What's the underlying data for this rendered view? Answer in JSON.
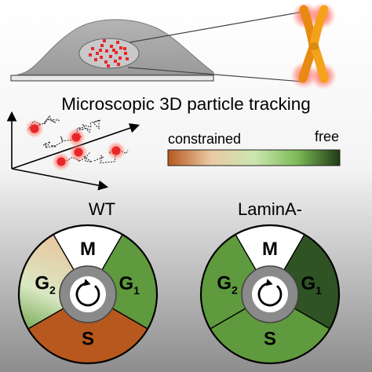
{
  "diagram": {
    "heading": "Microscopic 3D particle tracking",
    "scale": {
      "left_label": "constrained",
      "right_label": "free",
      "colors": [
        "#b7581f",
        "#e9c9a4",
        "#cde6b1",
        "#7dbb58",
        "#1f3b14"
      ]
    },
    "colors": {
      "background_top": "#ffffff",
      "background_bottom": "#8d8d8d",
      "cell": "#a9a9a9",
      "nucleus": "#c9c9c9",
      "particle": "#e8262a",
      "chromosome": "#f3a21a"
    },
    "wheels": [
      {
        "title": "WT",
        "phases": [
          {
            "label": "M",
            "color": "#ffffff"
          },
          {
            "label": "G",
            "subscript": "1",
            "color": "#5f9a3e"
          },
          {
            "label": "S",
            "color": "#b7581f"
          },
          {
            "label": "G",
            "subscript": "2",
            "color": "#eacaa5"
          }
        ]
      },
      {
        "title": "LaminA-",
        "phases": [
          {
            "label": "M",
            "color": "#ffffff"
          },
          {
            "label": "G",
            "subscript": "1",
            "color": "#2f5323"
          },
          {
            "label": "S",
            "color": "#5f9a3e"
          },
          {
            "label": "G",
            "subscript": "2",
            "color": "#5f9a3e"
          }
        ]
      }
    ]
  }
}
